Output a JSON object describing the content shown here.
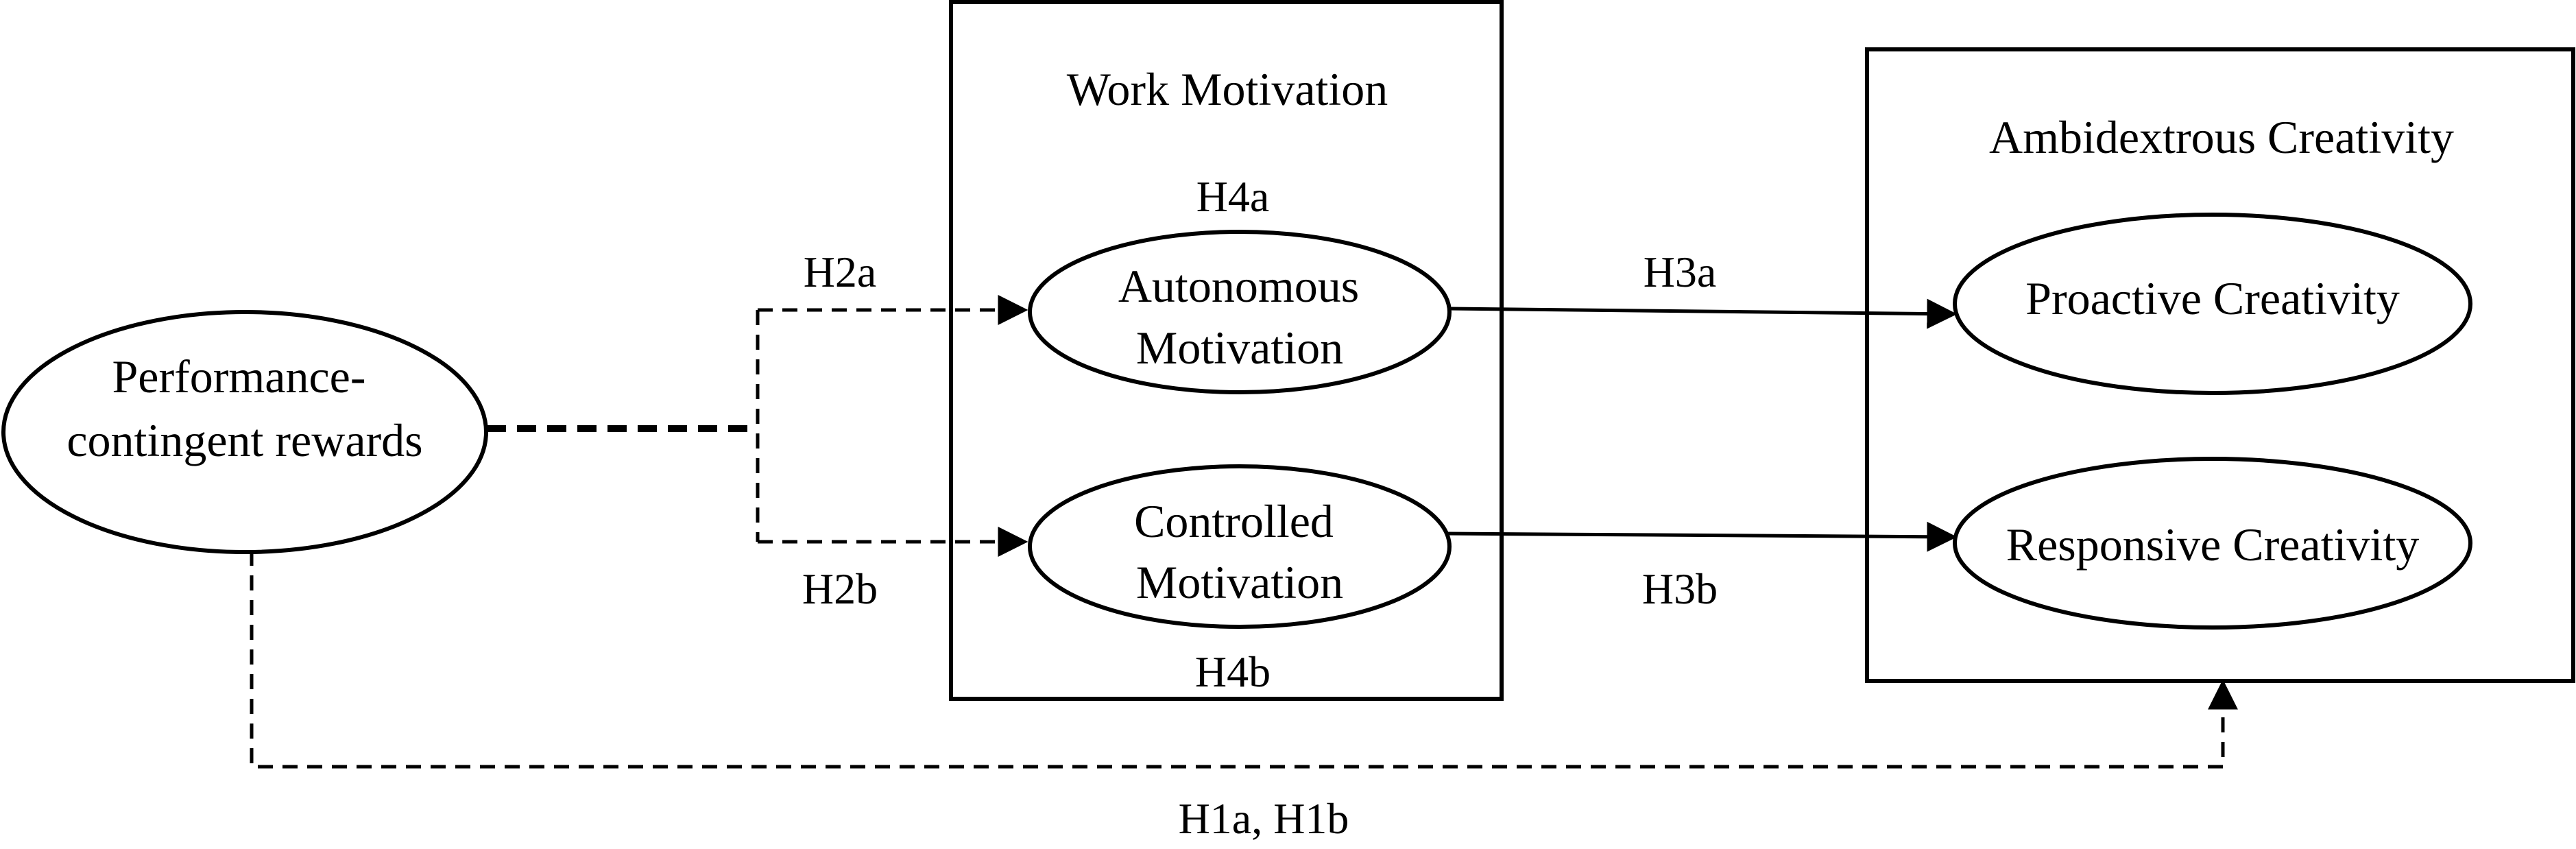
{
  "groups": {
    "work_motivation": "Work Motivation",
    "ambidextrous_creativity": "Ambidextrous Creativity"
  },
  "nodes": {
    "performance_contingent_rewards": [
      "Performance-",
      "contingent rewards"
    ],
    "autonomous_motivation": [
      "Autonomous",
      "Motivation"
    ],
    "controlled_motivation": [
      "Controlled",
      "Motivation"
    ],
    "proactive_creativity": [
      "Proactive Creativity"
    ],
    "responsive_creativity": [
      "Responsive Creativity"
    ]
  },
  "hypotheses": {
    "h1": "H1a, H1b",
    "h2a": "H2a",
    "h2b": "H2b",
    "h3a": "H3a",
    "h3b": "H3b",
    "h4a": "H4a",
    "h4b": "H4b"
  }
}
